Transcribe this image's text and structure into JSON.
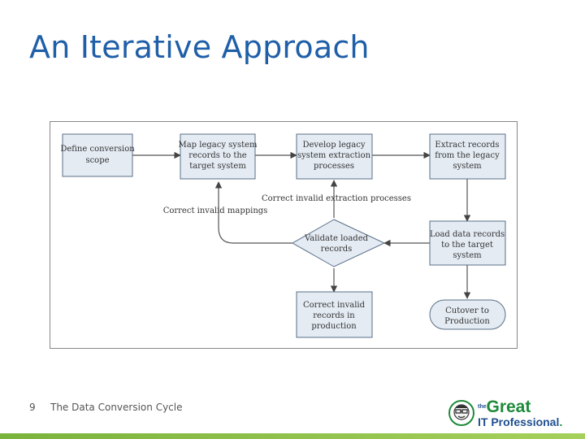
{
  "slide": {
    "title": "An Iterative Approach",
    "slide_number": "9",
    "caption": "The Data Conversion Cycle"
  },
  "diagram": {
    "nodes": {
      "define": [
        "Define conversion",
        "scope"
      ],
      "map": [
        "Map legacy system",
        "records to the",
        "target system"
      ],
      "develop": [
        "Develop legacy",
        "system extraction",
        "processes"
      ],
      "extract": [
        "Extract records",
        "from the legacy",
        "system"
      ],
      "load": [
        "Load data records",
        "to the target",
        "system"
      ],
      "validate": [
        "Validate loaded",
        "records"
      ],
      "correct": [
        "Correct invalid",
        "records in",
        "production"
      ],
      "cutover": [
        "Cutover to",
        "Production"
      ]
    },
    "edge_labels": {
      "correct_extraction": "Correct invalid extraction processes",
      "correct_mappings": "Correct invalid mappings"
    }
  },
  "logo": {
    "line1": "Great",
    "line2": "IT Professional",
    "prefix": "the",
    "suffix": "."
  },
  "colors": {
    "title": "#1f5fa8",
    "node_fill": "#e4ebf3",
    "node_stroke": "#5a6f86",
    "accent_bar": "#7ab33c"
  }
}
